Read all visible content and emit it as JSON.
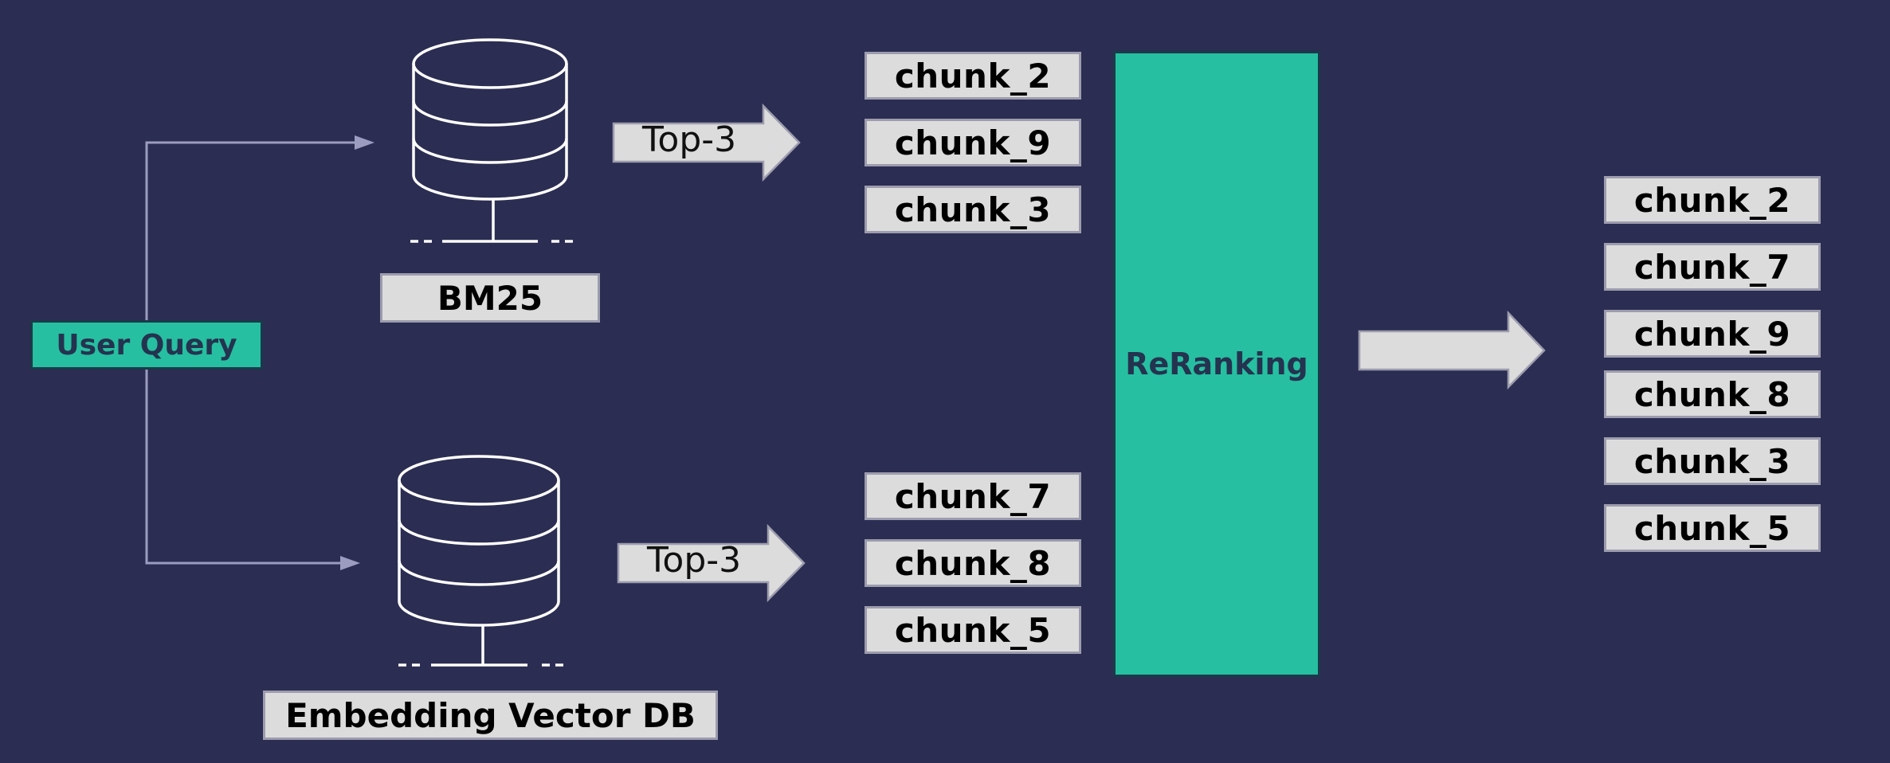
{
  "user_query": {
    "label": "User Query"
  },
  "bm25": {
    "label": "BM25",
    "arrow_label": "Top-3",
    "results": [
      "chunk_2",
      "chunk_9",
      "chunk_3"
    ]
  },
  "vector_db": {
    "label": "Embedding Vector DB",
    "arrow_label": "Top-3",
    "results": [
      "chunk_7",
      "chunk_8",
      "chunk_5"
    ]
  },
  "reranking": {
    "label": "ReRanking"
  },
  "final_results": [
    "chunk_2",
    "chunk_7",
    "chunk_9",
    "chunk_8",
    "chunk_3",
    "chunk_5"
  ],
  "colors": {
    "background": "#2b2d52",
    "accent": "#27bfa1",
    "box_fill": "#dcdcdc",
    "box_border": "#9c9cae",
    "connector": "#9c9cc0"
  },
  "icons": [
    "database-icon",
    "database-icon"
  ]
}
